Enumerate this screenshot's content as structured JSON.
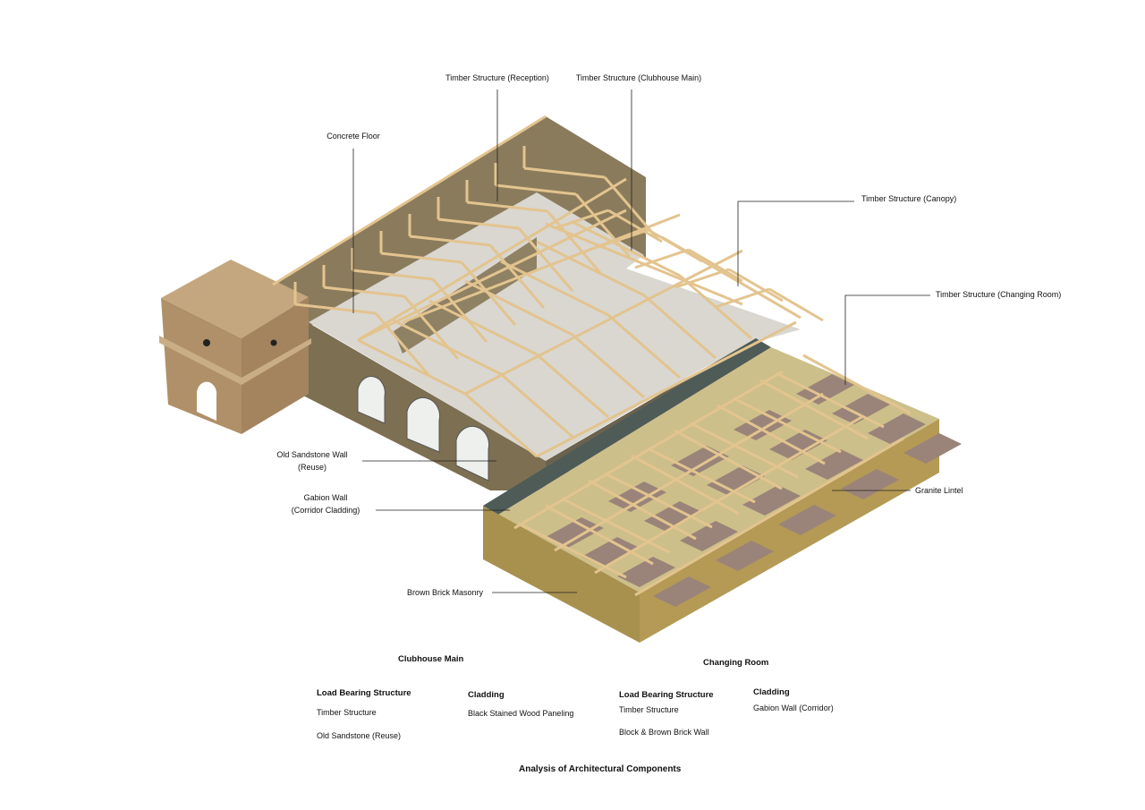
{
  "callouts": {
    "timber_reception": "Timber Structure (Reception)",
    "timber_clubhouse_main": "Timber Structure (Clubhouse Main)",
    "concrete_floor": "Concrete Floor",
    "timber_canopy": "Timber Structure (Canopy)",
    "timber_changing_room": "Timber Structure (Changing Room)",
    "old_sandstone_wall_1": "Old Sandstone Wall",
    "old_sandstone_wall_2": "(Reuse)",
    "gabion_wall_1": "Gabion Wall",
    "gabion_wall_2": "(Corridor Cladding)",
    "granite_lintel": "Granite Lintel",
    "brown_brick_masonry": "Brown Brick Masonry"
  },
  "legend": {
    "clubhouse": {
      "title": "Clubhouse Main",
      "load_bearing_heading": "Load Bearing Structure",
      "load_bearing_items": [
        "Timber Structure",
        "Old Sandstone (Reuse)"
      ],
      "cladding_heading": "Cladding",
      "cladding_items": [
        "Black Stained Wood Paneling"
      ]
    },
    "changing_room": {
      "title": "Changing Room",
      "load_bearing_heading": "Load Bearing Structure",
      "load_bearing_items": [
        "Timber Structure",
        "Block & Brown Brick Wall"
      ],
      "cladding_heading": "Cladding",
      "cladding_items": [
        "Gabion Wall (Corridor)"
      ]
    }
  },
  "caption": "Analysis of Architectural Components",
  "colors": {
    "timber": "#e3c48f",
    "sandstone": "#7d6f52",
    "tower": "#b99a72",
    "floor": "#d9d7d0",
    "brick": "#b39a55",
    "gabion": "#4f5b57",
    "changing_floor": "#9a8479"
  }
}
